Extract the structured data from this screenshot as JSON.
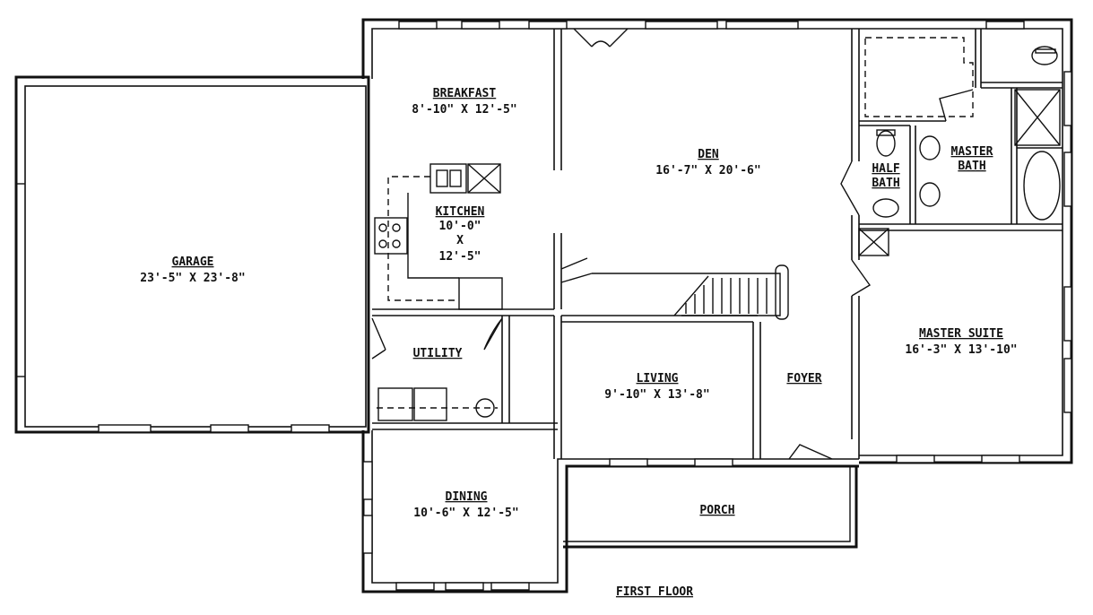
{
  "title": "FIRST FLOOR",
  "rooms": {
    "garage": {
      "name": "GARAGE",
      "size": "23'-5\" X 23'-8\""
    },
    "breakfast": {
      "name": "BREAKFAST",
      "size": "8'-10\" X 12'-5\""
    },
    "kitchen": {
      "name": "KITCHEN",
      "size_line1": "10'-0\"",
      "size_line2": "X",
      "size_line3": "12'-5\""
    },
    "utility": {
      "name": "UTILITY"
    },
    "dining": {
      "name": "DINING",
      "size": "10'-6\" X 12'-5\""
    },
    "den": {
      "name": "DEN",
      "size": "16'-7\" X 20'-6\""
    },
    "living": {
      "name": "LIVING",
      "size": "9'-10\" X 13'-8\""
    },
    "foyer": {
      "name": "FOYER"
    },
    "porch": {
      "name": "PORCH"
    },
    "half_bath": {
      "name_line1": "HALF",
      "name_line2": "BATH"
    },
    "master_bath": {
      "name_line1": "MASTER",
      "name_line2": "BATH"
    },
    "master_suite": {
      "name": "MASTER SUITE",
      "size": "16'-3\" X 13'-10\""
    }
  }
}
